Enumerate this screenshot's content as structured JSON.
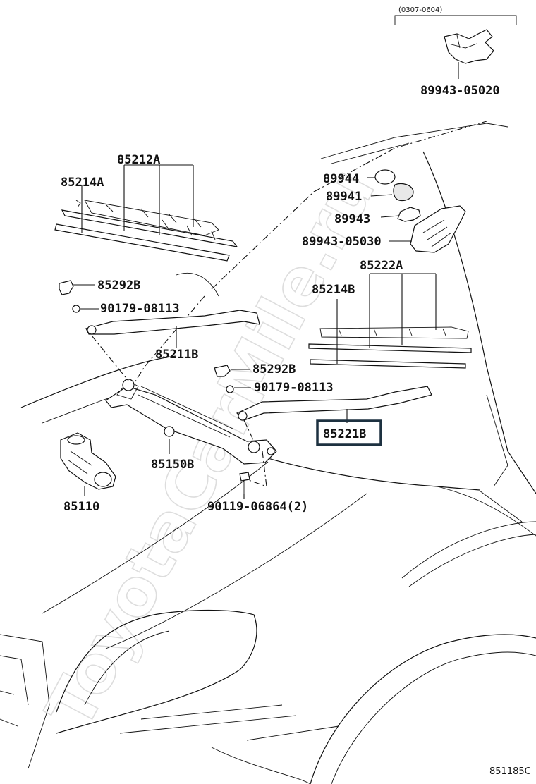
{
  "watermark": "ToyotaCarMile.ru",
  "range_note": "(0307-0604)",
  "diagram_code": "851185C",
  "highlighted_part": "85221B",
  "parts": {
    "p8994305020": "89943-05020",
    "p85212A": "85212A",
    "p85214A": "85214A",
    "p89944": "89944",
    "p89941": "89941",
    "p89943": "89943",
    "p8994305030": "89943-05030",
    "p85222A": "85222A",
    "p85214B": "85214B",
    "p85292B_1": "85292B",
    "p9017908113_1": "90179-08113",
    "p85211B": "85211B",
    "p85292B_2": "85292B",
    "p9017908113_2": "90179-08113",
    "p85221B": "85221B",
    "p85150B": "85150B",
    "p85110": "85110",
    "p9011906864": "90119-06864(2)"
  },
  "colors": {
    "highlight_border": "#1d3140",
    "ink": "#111111",
    "watermark": "#cfcfcf"
  }
}
